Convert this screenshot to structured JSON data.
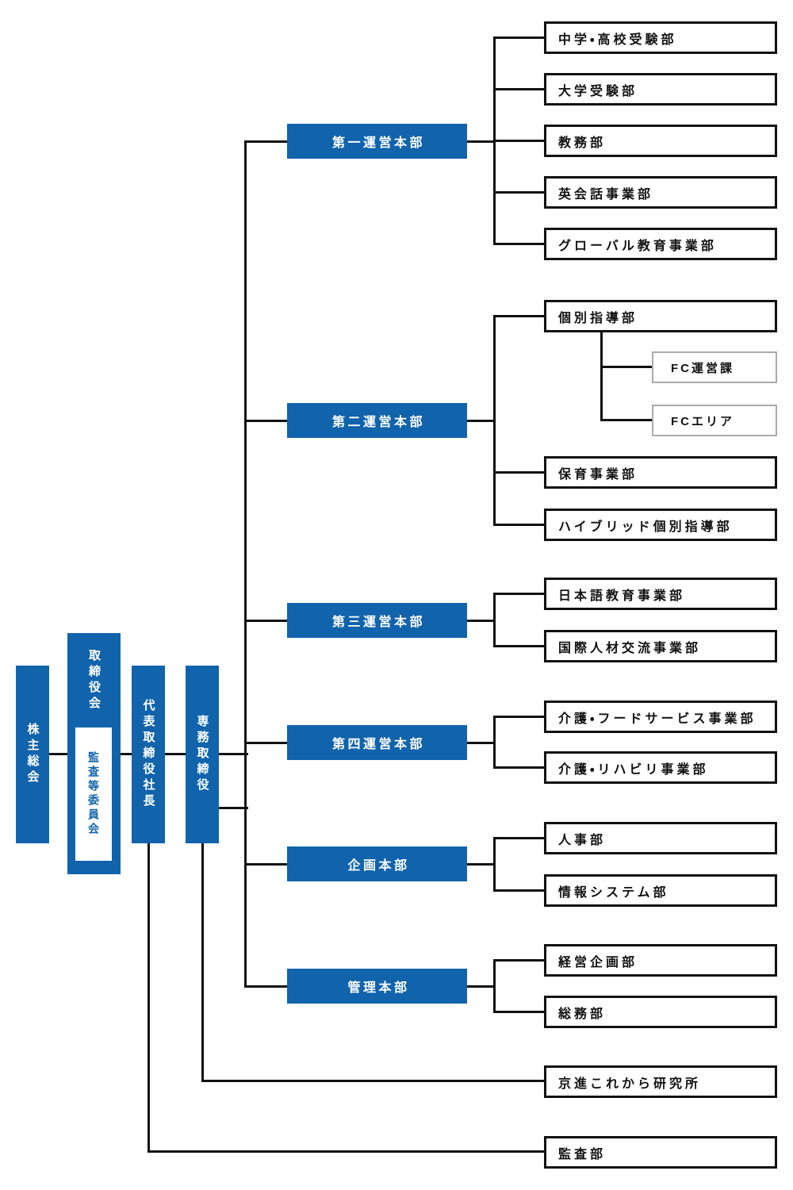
{
  "palette": {
    "primary_blue": "#1163ab",
    "line_black": "#111111",
    "fc_border_gray": "#ababab",
    "background": "#ffffff"
  },
  "governance": [
    {
      "label": "株主総会"
    },
    {
      "label": "取締役会",
      "inner_label": "監査等委員会"
    },
    {
      "label": "代表取締役社長"
    },
    {
      "label": "専務取締役"
    }
  ],
  "headquarters": [
    {
      "label": "第一運営本部",
      "departments": [
        "中学・高校受験部",
        "大学受験部",
        "教務部",
        "英会話事業部",
        "グローバル教育事業部"
      ]
    },
    {
      "label": "第二運営本部",
      "departments": [
        "個別指導部",
        "保育事業部",
        "ハイブリッド個別指導部"
      ],
      "franchise_units": [
        "FC運営課",
        "FCエリア"
      ]
    },
    {
      "label": "第三運営本部",
      "departments": [
        "日本語教育事業部",
        "国際人材交流事業部"
      ]
    },
    {
      "label": "第四運営本部",
      "departments": [
        "介護・フードサービス事業部",
        "介護・リハビリ事業部"
      ]
    },
    {
      "label": "企画本部",
      "departments": [
        "人事部",
        "情報システム部"
      ]
    },
    {
      "label": "管理本部",
      "departments": [
        "経営企画部",
        "総務部"
      ]
    }
  ],
  "direct_units": [
    {
      "label": "京進これから研究所"
    },
    {
      "label": "監査部"
    }
  ]
}
